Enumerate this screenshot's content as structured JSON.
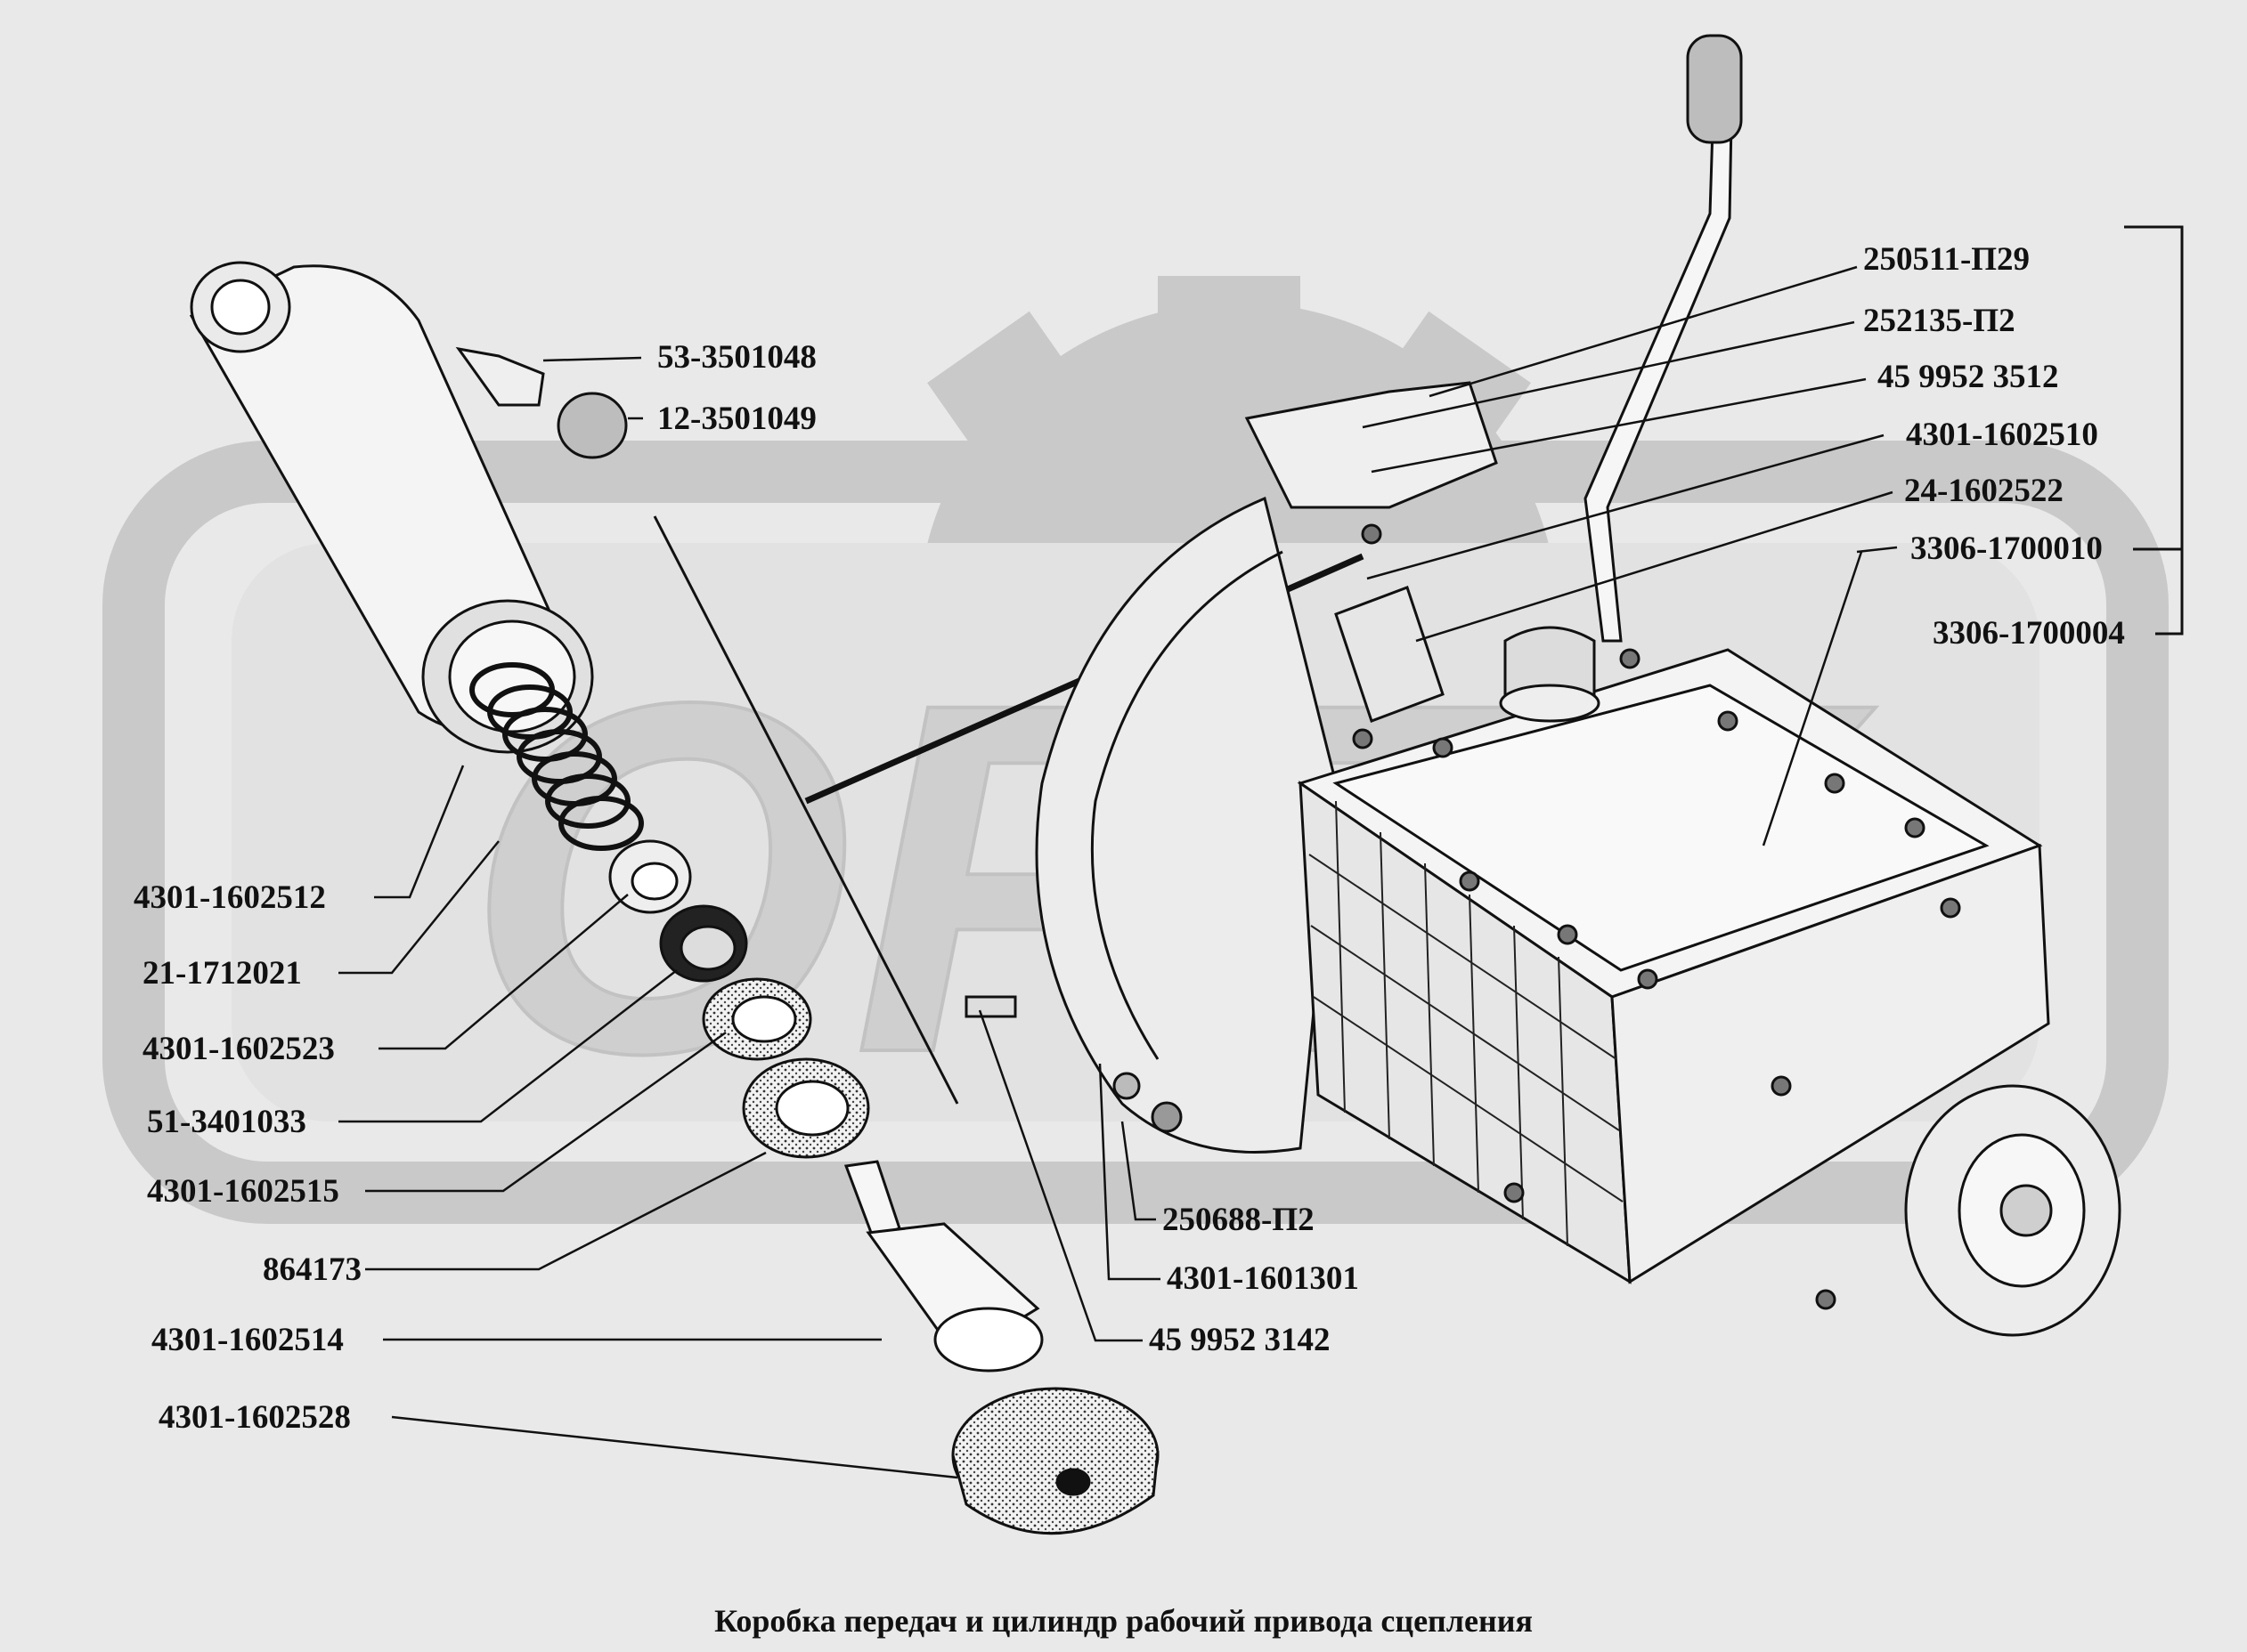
{
  "caption": "Коробка передач и цилиндр рабочий привода сцепления",
  "watermark": "ОРЕХ",
  "colors": {
    "background": "#e9e9e9",
    "watermark": "#c9c9c9",
    "ink": "#111111"
  },
  "labels": {
    "l_53_3501048": "53-3501048",
    "l_12_3501049": "12-3501049",
    "l_4301_1602512": "4301-1602512",
    "l_21_1712021": "21-1712021",
    "l_4301_1602523": "4301-1602523",
    "l_51_3401033": "51-3401033",
    "l_4301_1602515": "4301-1602515",
    "l_864173": "864173",
    "l_4301_1602514": "4301-1602514",
    "l_4301_1602528": "4301-1602528",
    "l_250511_p29": "250511-П29",
    "l_252135_p2": "252135-П2",
    "l_45_9952_3512": "45 9952 3512",
    "l_4301_1602510": "4301-1602510",
    "l_24_1602522": "24-1602522",
    "l_3306_1700010": "3306-1700010",
    "l_3306_1700004": "3306-1700004",
    "l_250688_p2": "250688-П2",
    "l_4301_1601301": "4301-1601301",
    "l_45_9952_3142": "45 9952 3142"
  }
}
